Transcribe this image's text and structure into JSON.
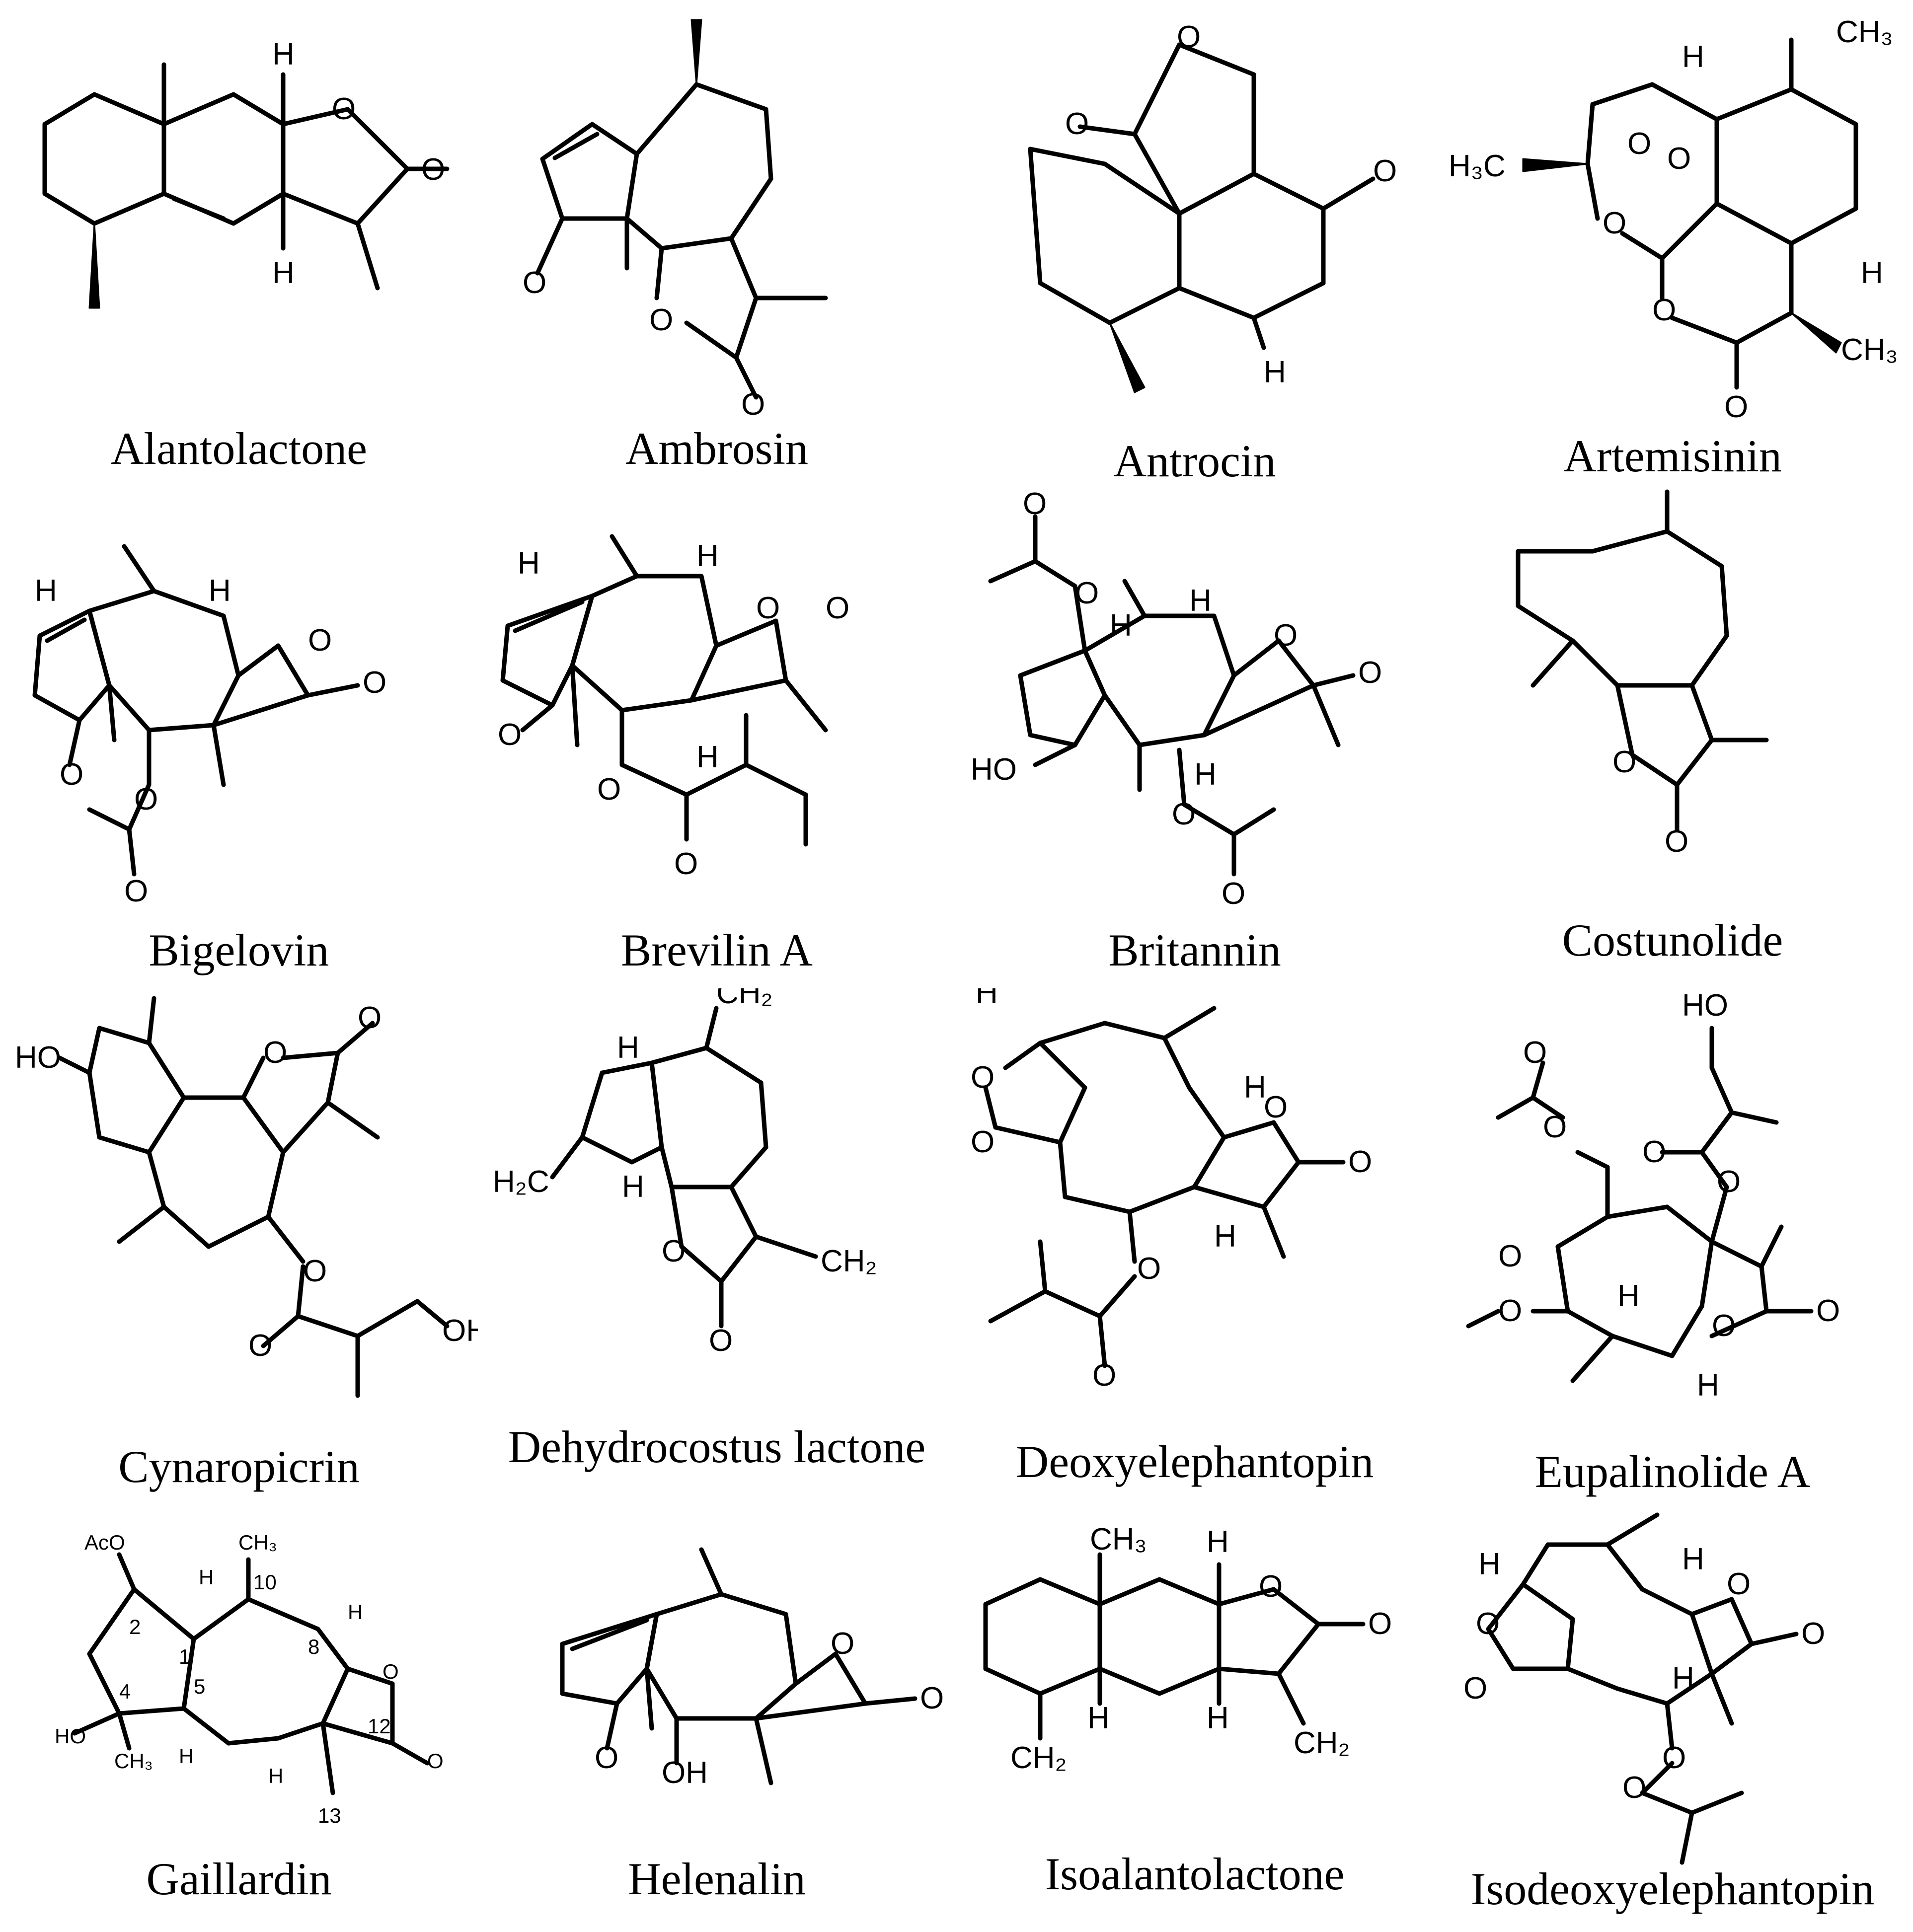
{
  "compounds": [
    {
      "name": "Alantolactone"
    },
    {
      "name": "Ambrosin"
    },
    {
      "name": "Antrocin"
    },
    {
      "name": "Artemisinin"
    },
    {
      "name": "Bigelovin"
    },
    {
      "name": "Brevilin A"
    },
    {
      "name": "Britannin"
    },
    {
      "name": "Costunolide"
    },
    {
      "name": "Cynaropicrin"
    },
    {
      "name": "Dehydrocostus lactone"
    },
    {
      "name": "Deoxyelephantopin"
    },
    {
      "name": "Eupalinolide A"
    },
    {
      "name": "Gaillardin"
    },
    {
      "name": "Helenalin"
    },
    {
      "name": "Isoalantolactone"
    },
    {
      "name": "Isodeoxyelephantopin"
    }
  ]
}
